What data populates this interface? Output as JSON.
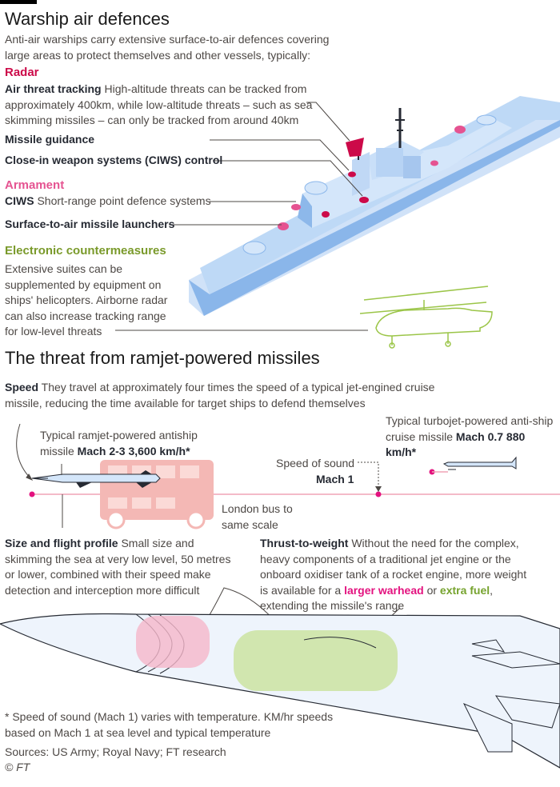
{
  "colors": {
    "radar": "#cc0a49",
    "armament": "#e55391",
    "ecm": "#7a9a2b",
    "ship": "#a9cbf2",
    "missile_line": "#f0a3b6",
    "bus": "#f4b8b5"
  },
  "section1": {
    "title": "Warship air defences",
    "intro": "Anti-air warships carry extensive surface-to-air defences covering large areas to protect themselves and other vessels, typically:",
    "radar_heading": "Radar",
    "air_threat": {
      "label": "Air threat tracking",
      "text": "High-altitude threats can be tracked from approximately 400km, while low-altitude threats – such as sea skimming missiles – can only be tracked from around 40km"
    },
    "missile_guidance": "Missile guidance",
    "ciws_control": "Close-in weapon systems (CIWS) control",
    "armament_heading": "Armament",
    "ciws": {
      "label": "CIWS",
      "text": "Short-range point defence systems"
    },
    "sam_launchers": "Surface-to-air missile launchers",
    "ecm_heading": "Electronic countermeasures",
    "ecm_text": "Extensive suites can be supplemented by equipment on ships' helicopters. Airborne radar can also increase tracking range for low-level threats"
  },
  "section2": {
    "title": "The threat from ramjet-powered missiles",
    "speed": {
      "label": "Speed",
      "text": "They travel at approximately four times the speed of a typical jet-engined cruise missile, reducing the time available for target ships to defend themselves"
    },
    "ramjet": {
      "text": "Typical ramjet-powered antiship missile",
      "stats": "Mach 2-3 3,600 km/h*"
    },
    "turbojet": {
      "text": "Typical turbojet-powered anti-ship cruise missile",
      "stats": "Mach 0.7 880 km/h*"
    },
    "sound": {
      "text": "Speed of sound",
      "mach": "Mach 1"
    },
    "bus": "London bus to same scale",
    "size": {
      "label": "Size and flight profile",
      "text": "Small size and skimming the sea at very low level, 50 metres or lower, combined with their speed make detection and interception more difficult"
    },
    "thrust": {
      "label": "Thrust-to-weight",
      "pre": "Without the need for the complex, heavy components of a traditional jet engine or the onboard oxidiser tank of a rocket engine, more weight is available for a",
      "warhead": "larger warhead",
      "or": "or",
      "fuel": "extra fuel",
      "post": ", extending the missile's range"
    }
  },
  "footnote": "* Speed of sound (Mach 1) varies with temperature. KM/hr speeds based on Mach 1 at sea level and typical temperature",
  "sources": "Sources: US Army; Royal Navy; FT research",
  "credit": "© FT"
}
